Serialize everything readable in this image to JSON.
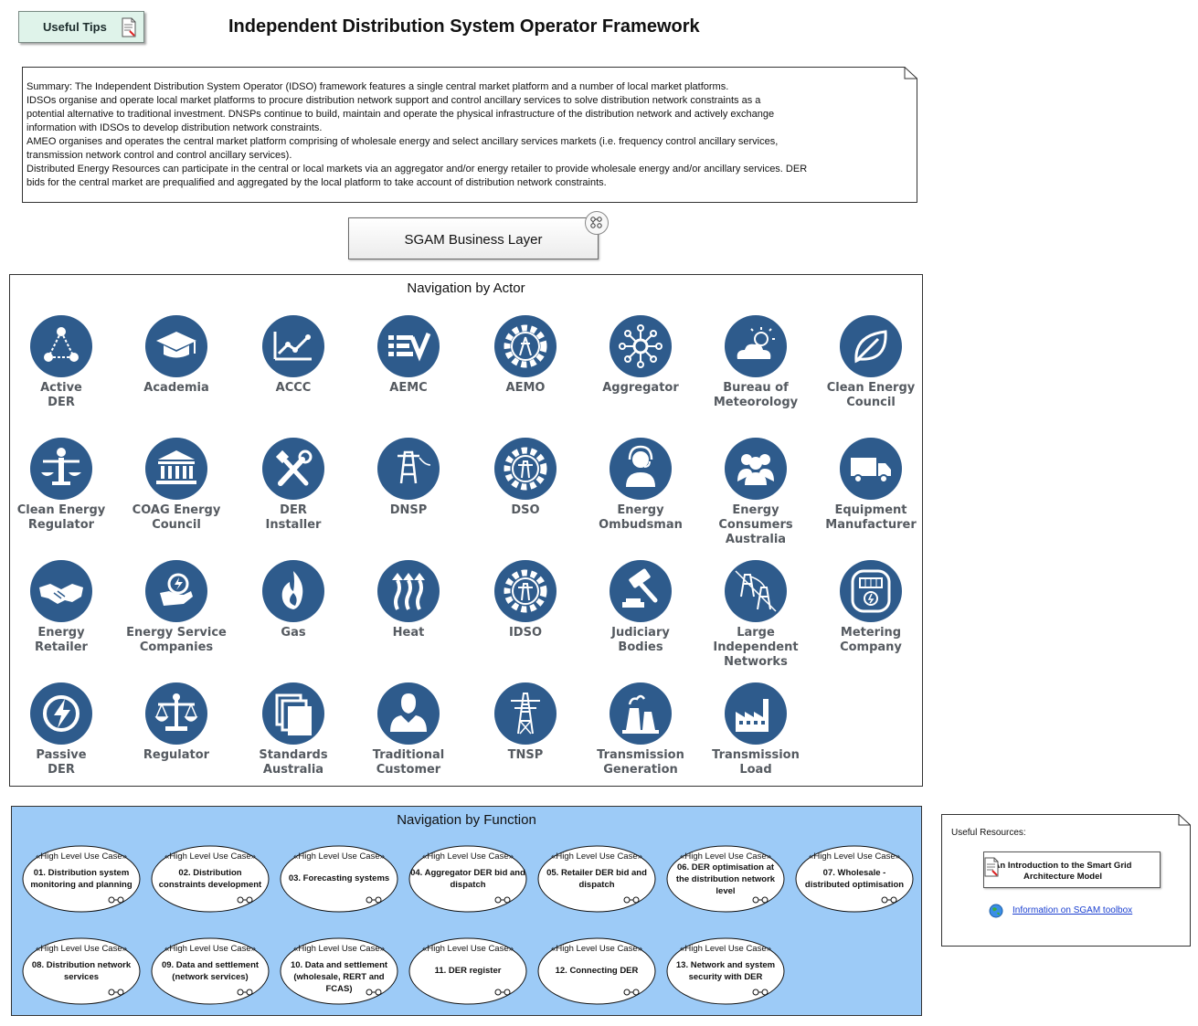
{
  "header": {
    "tips_label": "Useful Tips",
    "title": "Independent Distribution System Operator Framework"
  },
  "summary_lines": [
    "Summary: The Independent Distribution System Operator (IDSO) framework features a single central market platform and a number of local market platforms.",
    "IDSOs organise and operate local market platforms to procure distribution network support and control ancillary services to solve distribution network constraints as a",
    "potential alternative to traditional investment. DNSPs continue to build, maintain and operate the physical infrastructure of the distribution network and actively exchange",
    "information with IDSOs to develop distribution network constraints.",
    "AMEO organises and operates the central market platform comprising of wholesale energy and select ancillary services markets (i.e. frequency control ancillary services,",
    "transmission network control and control ancillary services).",
    "Distributed Energy Resources can participate in the central or local markets via an aggregator and/or energy retailer to provide wholesale energy and/or ancillary services. DER",
    "bids for the central market are prequalified and aggregated by the local platform to take account of distribution network constraints."
  ],
  "sgam": {
    "label": "SGAM Business Layer"
  },
  "actor_panel": {
    "title": "Navigation by Actor",
    "icon_color": "#2e5b8c",
    "actors": [
      {
        "icon": "network-triangle-icon",
        "lines": [
          "Active",
          "DER"
        ]
      },
      {
        "icon": "graduation-cap-icon",
        "lines": [
          "Academia"
        ]
      },
      {
        "icon": "trend-chart-icon",
        "lines": [
          "ACCC"
        ]
      },
      {
        "icon": "list-check-icon",
        "lines": [
          "AEMC"
        ]
      },
      {
        "icon": "gear-tower-icon",
        "lines": [
          "AEMO"
        ]
      },
      {
        "icon": "hub-icon",
        "lines": [
          "Aggregator"
        ]
      },
      {
        "icon": "sun-cloud-icon",
        "lines": [
          "Bureau of",
          "Meteorology"
        ]
      },
      {
        "icon": "leaf-icon",
        "lines": [
          "Clean Energy",
          "Council"
        ]
      },
      {
        "icon": "scales-person-icon",
        "lines": [
          "Clean Energy",
          "Regulator"
        ]
      },
      {
        "icon": "building-columns-icon",
        "lines": [
          "COAG Energy",
          "Council"
        ]
      },
      {
        "icon": "tools-icon",
        "lines": [
          "DER",
          "Installer"
        ]
      },
      {
        "icon": "pylon-icon",
        "lines": [
          "DNSP"
        ]
      },
      {
        "icon": "gear-pylon-icon",
        "lines": [
          "DSO"
        ]
      },
      {
        "icon": "headset-person-icon",
        "lines": [
          "Energy",
          "Ombudsman"
        ]
      },
      {
        "icon": "people-group-icon",
        "lines": [
          "Energy",
          "Consumers",
          "Australia"
        ]
      },
      {
        "icon": "truck-icon",
        "lines": [
          "Equipment",
          "Manufacturer"
        ]
      },
      {
        "icon": "handshake-icon",
        "lines": [
          "Energy",
          "Retailer"
        ]
      },
      {
        "icon": "hand-bolt-icon",
        "lines": [
          "Energy Service",
          "Companies"
        ]
      },
      {
        "icon": "flame-icon",
        "lines": [
          "Gas"
        ]
      },
      {
        "icon": "heat-waves-icon",
        "lines": [
          "Heat"
        ]
      },
      {
        "icon": "gear-pylon-icon",
        "lines": [
          "IDSO"
        ]
      },
      {
        "icon": "gavel-icon",
        "lines": [
          "Judiciary",
          "Bodies"
        ]
      },
      {
        "icon": "pylons-network-icon",
        "lines": [
          "Large",
          "Independent",
          "Networks"
        ]
      },
      {
        "icon": "meter-icon",
        "lines": [
          "Metering",
          "Company"
        ]
      },
      {
        "icon": "bolt-circle-icon",
        "lines": [
          "Passive",
          "DER"
        ]
      },
      {
        "icon": "scales-icon",
        "lines": [
          "Regulator"
        ]
      },
      {
        "icon": "documents-icon",
        "lines": [
          "Standards",
          "Australia"
        ]
      },
      {
        "icon": "person-icon",
        "lines": [
          "Traditional",
          "Customer"
        ]
      },
      {
        "icon": "transmission-tower-icon",
        "lines": [
          "TNSP"
        ]
      },
      {
        "icon": "power-plant-icon",
        "lines": [
          "Transmission",
          "Generation"
        ]
      },
      {
        "icon": "factory-icon",
        "lines": [
          "Transmission",
          "Load"
        ]
      }
    ]
  },
  "function_panel": {
    "title": "Navigation by Function",
    "stereotype": "«High Level Use Case»",
    "use_cases": [
      {
        "lines": [
          "01. Distribution system",
          "monitoring and planning"
        ]
      },
      {
        "lines": [
          "02. Distribution",
          "constraints development"
        ]
      },
      {
        "lines": [
          "03. Forecasting systems"
        ]
      },
      {
        "lines": [
          "04. Aggregator DER bid and",
          "dispatch"
        ]
      },
      {
        "lines": [
          "05. Retailer DER bid and",
          "dispatch"
        ]
      },
      {
        "lines": [
          "06. DER optimisation at",
          "the distribution network",
          "level"
        ]
      },
      {
        "lines": [
          "07. Wholesale -",
          "distributed optimisation"
        ]
      },
      {
        "lines": [
          "08. Distribution network",
          "services"
        ]
      },
      {
        "lines": [
          "09. Data and settlement",
          "(network services)"
        ]
      },
      {
        "lines": [
          "10. Data and settlement",
          "(wholesale, RERT and FCAS)"
        ]
      },
      {
        "lines": [
          "11. DER register"
        ]
      },
      {
        "lines": [
          "12. Connecting DER"
        ]
      },
      {
        "lines": [
          "13. Network and system",
          "security with DER"
        ]
      }
    ]
  },
  "resources": {
    "title": "Useful Resources:",
    "doc_label": "An Introduction to the Smart Grid Architecture Model",
    "link_label": "Information on SGAM toolbox"
  }
}
